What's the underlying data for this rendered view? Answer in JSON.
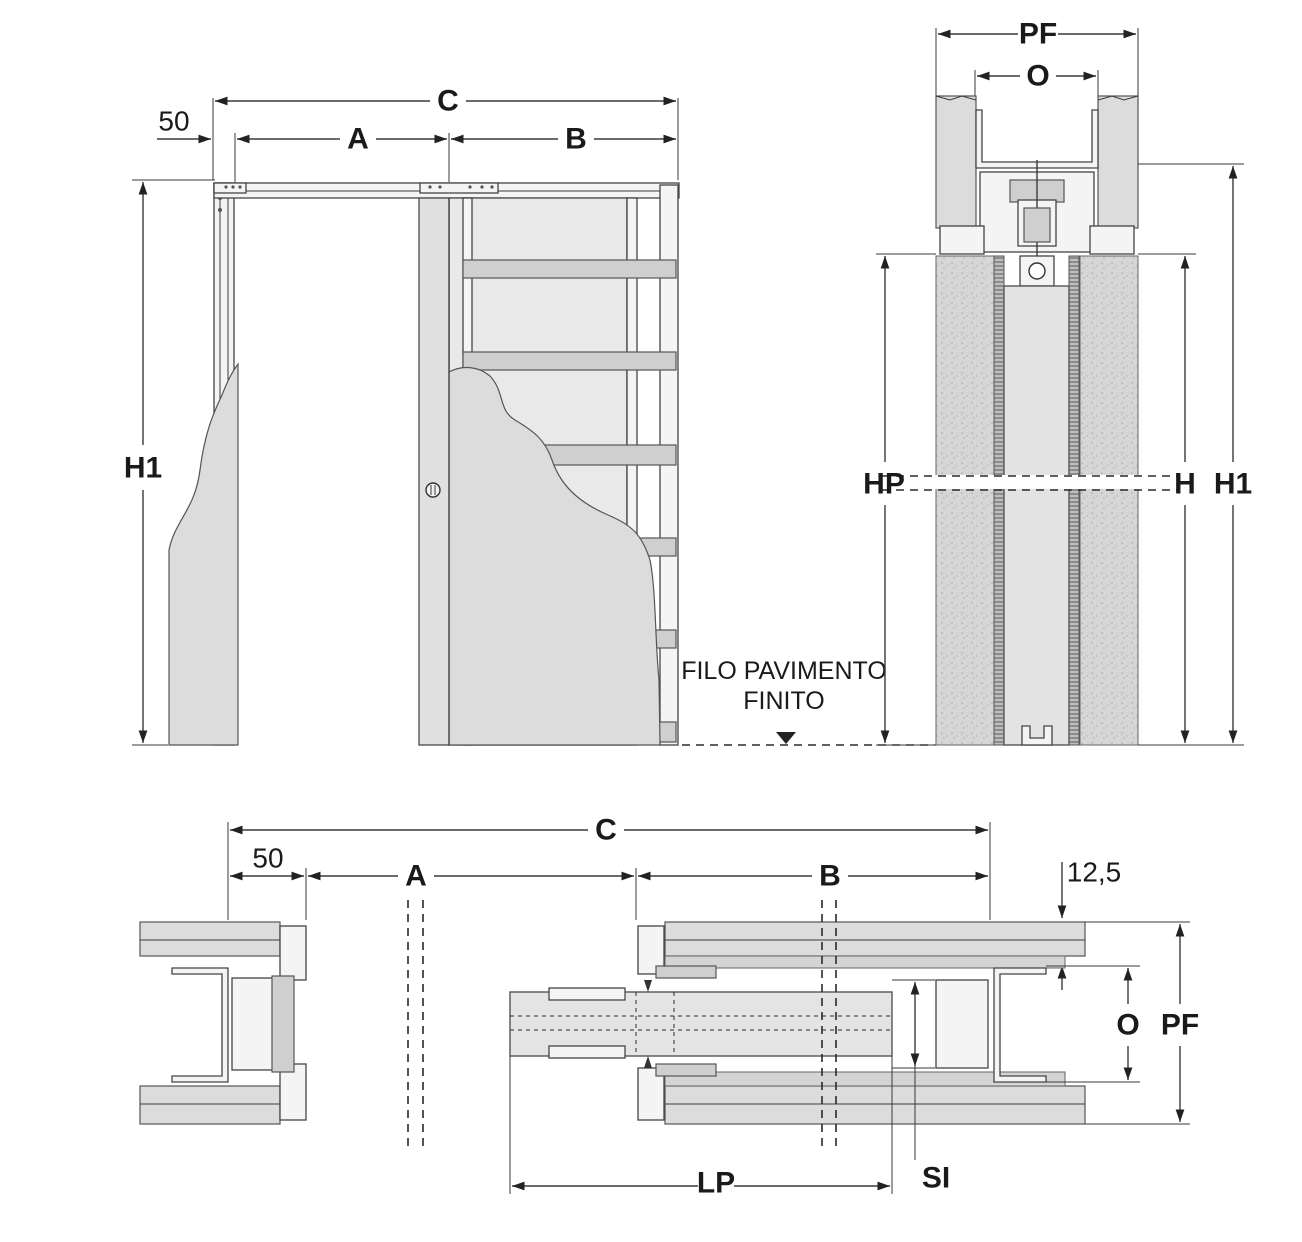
{
  "front_view": {
    "labels": {
      "c": "C",
      "a": "A",
      "b": "B",
      "fifty": "50",
      "h1": "H1"
    },
    "floor_note_line1": "FILO PAVIMENTO",
    "floor_note_line2": "FINITO"
  },
  "section_view": {
    "labels": {
      "pf": "PF",
      "o": "O",
      "hp": "HP",
      "h": "H",
      "h1": "H1"
    }
  },
  "plan_view": {
    "labels": {
      "c": "C",
      "fifty": "50",
      "a": "A",
      "b": "B",
      "twelve_five": "12,5",
      "o": "O",
      "pf": "PF",
      "lp": "LP",
      "si": "SI"
    }
  }
}
